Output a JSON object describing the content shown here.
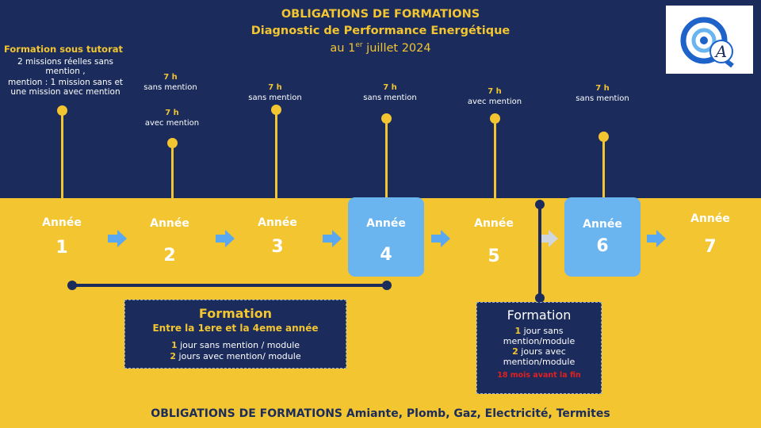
{
  "header": {
    "line1": "OBLIGATIONS DE FORMATIONS",
    "line2": "Diagnostic de Performance Energétique",
    "line3_before": "au 1",
    "line3_sup": "er",
    "line3_after": " juillet 2024"
  },
  "logo": {
    "icon": "qa-logo-icon",
    "letter": "A"
  },
  "tutorat": {
    "title": "Formation sous tutorat",
    "lines": [
      "2 missions réelles sans",
      "mention ,",
      "mention  : 1 mission sans et",
      "une mission avec mention"
    ]
  },
  "milestones": [
    {
      "hours": "7 h",
      "mention": "sans mention"
    },
    {
      "hours": "7 h",
      "mention": "avec mention"
    },
    {
      "hours": "7 h",
      "mention": "sans mention"
    },
    {
      "hours": "7 h",
      "mention": "sans mention"
    },
    {
      "hours": "7 h",
      "mention": "avec mention"
    },
    {
      "hours": "7 h",
      "mention": "sans mention"
    }
  ],
  "years": [
    {
      "label": "Année",
      "number": "1"
    },
    {
      "label": "Année",
      "number": "2"
    },
    {
      "label": "Année",
      "number": "3"
    },
    {
      "label": "Année",
      "number": "4"
    },
    {
      "label": "Année",
      "number": "5"
    },
    {
      "label": "Année",
      "number": "6"
    },
    {
      "label": "Année",
      "number": "7"
    }
  ],
  "colors": {
    "navy": "#1b2c5c",
    "yellow": "#f2c531",
    "light_blue": "#6ab4f0",
    "arrow": "#5aa8f0",
    "red": "#e02020"
  },
  "formation_left": {
    "title": "Formation",
    "subtitle": "Entre la 1ere et la 4eme année",
    "line1_num": "1",
    "line1_text": " jour sans mention / module",
    "line2_num": "2",
    "line2_text": " jours avec mention/ module"
  },
  "formation_right": {
    "title": "Formation",
    "line1_num": "1",
    "line1_text": " jour sans",
    "line2": "mention/module",
    "line3_num": "2",
    "line3_text": " jours avec",
    "line4": "mention/module",
    "note": "18 mois avant la fin"
  },
  "footer": {
    "bold": "OBLIGATIONS DE FORMATIONS",
    "rest": " Amiante, Plomb, Gaz, Electricité, Termites"
  }
}
